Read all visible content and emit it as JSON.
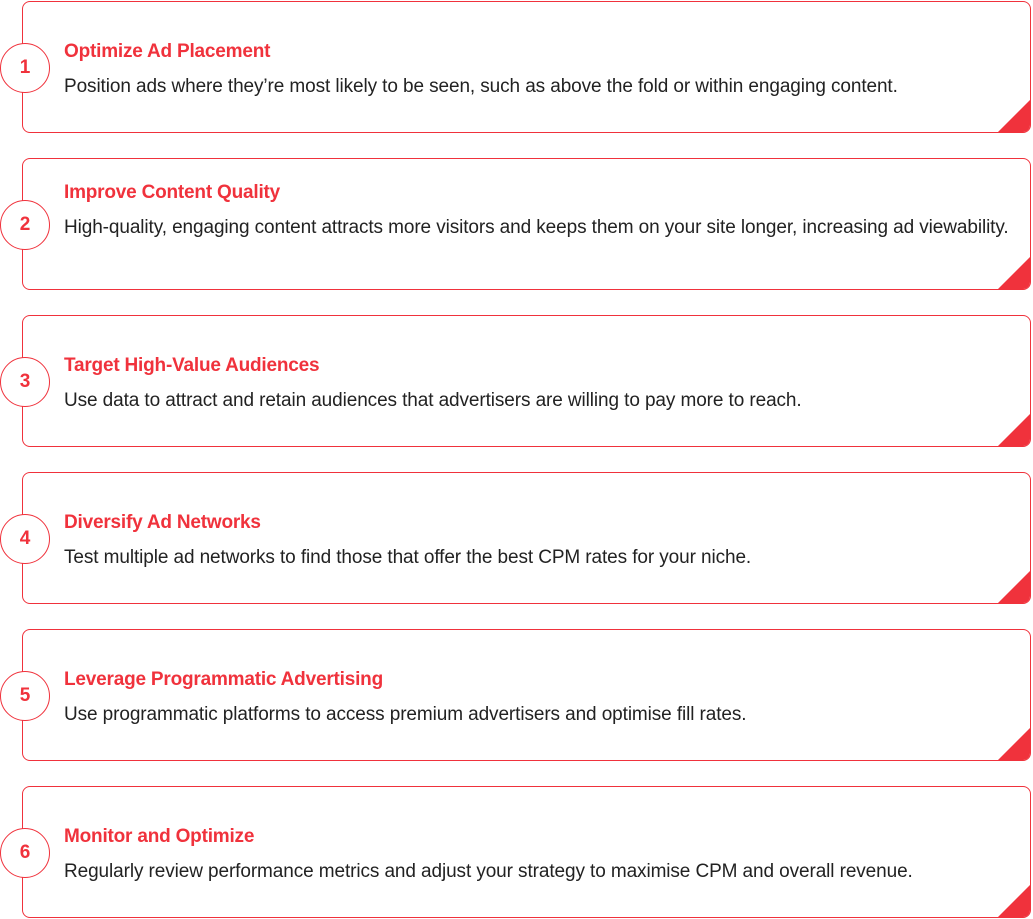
{
  "accent_color": "#f0323c",
  "steps": [
    {
      "number": "1",
      "title": "Optimize Ad Placement",
      "description": "Position ads where they’re most likely to be seen, such as above the fold or within engaging content."
    },
    {
      "number": "2",
      "title": "Improve Content Quality",
      "description": "High-quality, engaging content attracts more visitors and keeps them on your site longer, increasing ad viewability."
    },
    {
      "number": "3",
      "title": "Target High-Value Audiences",
      "description": "Use data to attract and retain audiences that advertisers are willing to pay more to reach."
    },
    {
      "number": "4",
      "title": "Diversify Ad Networks",
      "description": "Test multiple ad networks to find those that offer the best CPM rates for your niche."
    },
    {
      "number": "5",
      "title": "Leverage Programmatic Advertising",
      "description": "Use programmatic platforms to access premium advertisers and optimise fill rates."
    },
    {
      "number": "6",
      "title": "Monitor and Optimize",
      "description": "Regularly review performance metrics and adjust your strategy to maximise CPM and overall revenue."
    }
  ]
}
